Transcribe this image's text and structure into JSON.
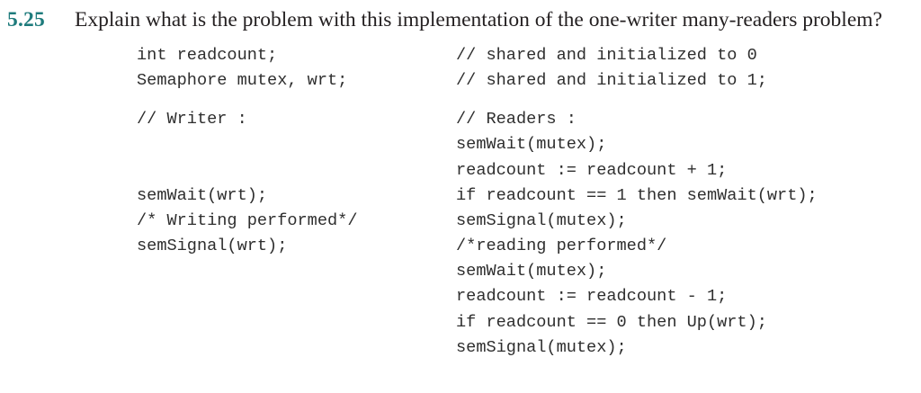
{
  "problem": {
    "number": "5.25",
    "question": "Explain what is the problem with this implementation of the one-writer many-readers problem?"
  },
  "code": {
    "rows": [
      {
        "left": "int readcount;",
        "right": "// shared and initialized to 0"
      },
      {
        "left": "Semaphore mutex, wrt;",
        "right": "// shared and initialized to 1;"
      },
      {
        "left": "// Writer :",
        "right": "// Readers :"
      },
      {
        "left": "",
        "right": "semWait(mutex);"
      },
      {
        "left": "",
        "right": "readcount := readcount + 1;"
      },
      {
        "left": "semWait(wrt);",
        "right": "if readcount == 1 then semWait(wrt);"
      },
      {
        "left": "/* Writing performed*/",
        "right": "semSignal(mutex);"
      },
      {
        "left": "semSignal(wrt);",
        "right": "/*reading performed*/"
      },
      {
        "left": "",
        "right": "semWait(mutex);"
      },
      {
        "left": "",
        "right": "readcount := readcount - 1;"
      },
      {
        "left": "",
        "right": "if readcount == 0 then Up(wrt);"
      },
      {
        "left": "",
        "right": "semSignal(mutex);"
      }
    ]
  },
  "colors": {
    "problem_number_accent": "#1e7b7c",
    "body_text": "#231f20",
    "code_text": "#2e2e2e",
    "background": "#ffffff"
  }
}
